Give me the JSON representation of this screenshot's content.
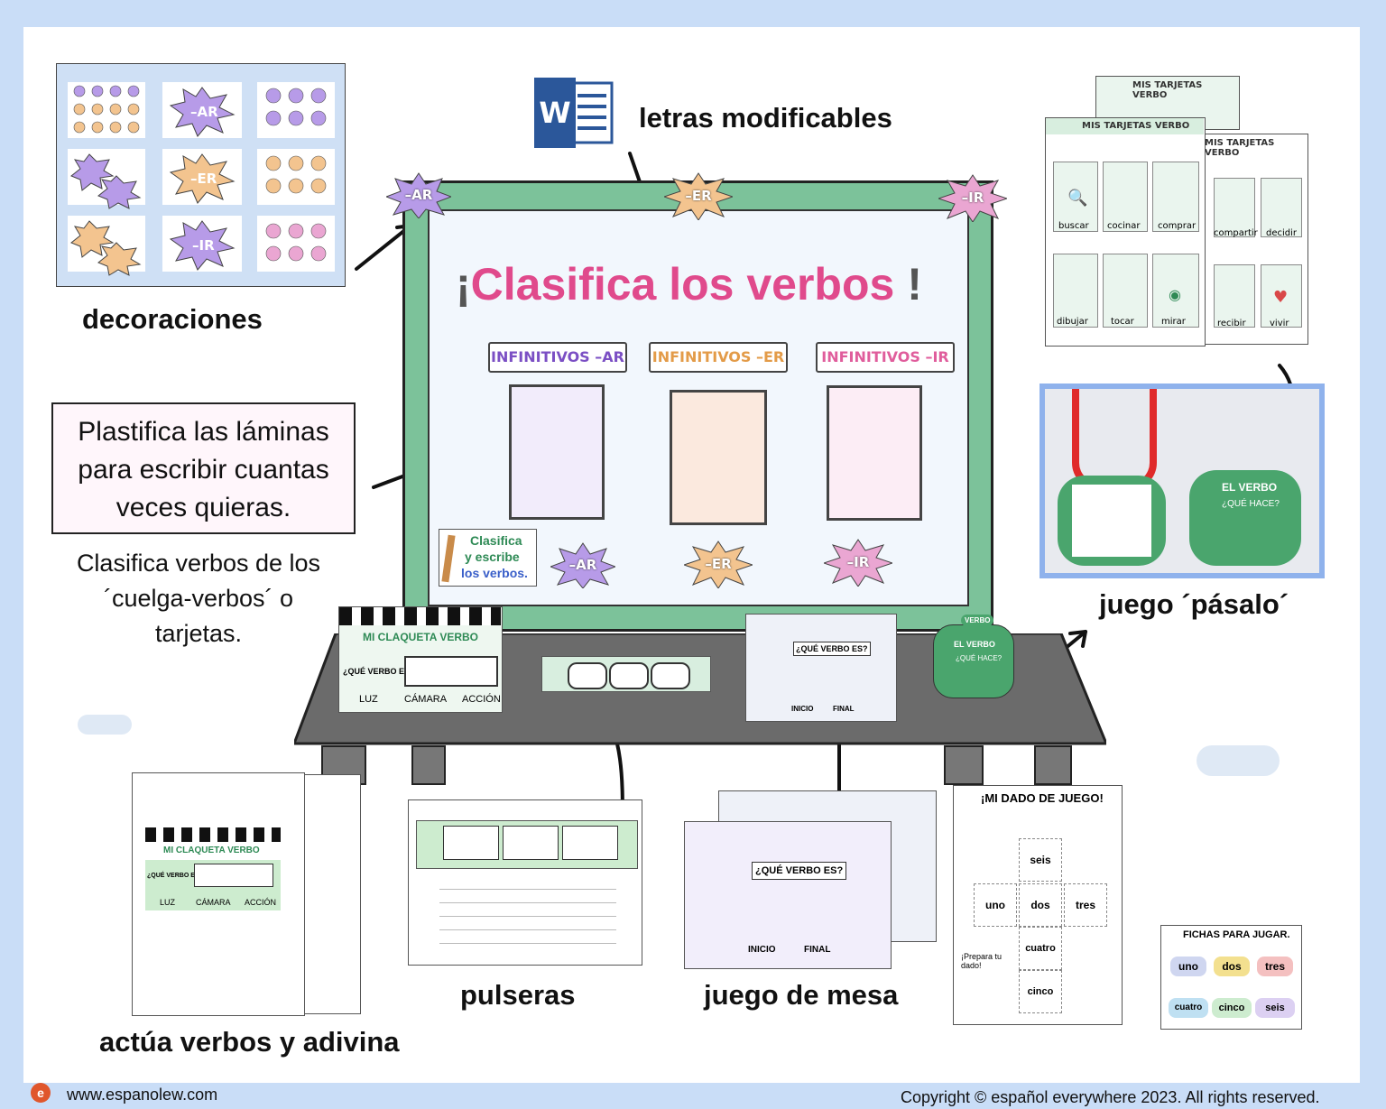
{
  "header": {
    "word_caption": "letras modificables",
    "decor_caption": "decoraciones"
  },
  "board": {
    "title_open": "¡",
    "title_main": "Clasifica los verbos",
    "title_close": "!",
    "col_ar": "INFINITIVOS –AR",
    "col_er": "INFINITIVOS –ER",
    "col_ir": "INFINITIVOS –IR",
    "tag_ar": "–AR",
    "tag_er": "–ER",
    "tag_ir": "–IR",
    "side_card": [
      "Clasifica",
      "y escribe",
      "los verbos."
    ]
  },
  "note": {
    "text": "Plastifica las láminas para escribir cuantas veces quieras.",
    "desc": "Clasifica verbos de los ´cuelga-verbos´ o tarjetas."
  },
  "decor_cards": [
    "–AR",
    "–ER",
    "–IR"
  ],
  "cards": {
    "title": "MIS TARJETAS VERBO",
    "verbs_row1": [
      "buscar",
      "cocinar",
      "comprar"
    ],
    "verbs_row2": [
      "dibujar",
      "tocar",
      "mirar"
    ],
    "back_row1": [
      "compartir",
      "decidir"
    ],
    "back_row2": [
      "recibir",
      "vivir"
    ]
  },
  "pasalo": {
    "caption": "juego ´pásalo´",
    "badge_title": "EL VERBO",
    "badge_q": "¿QUÉ HACE?",
    "badge_top": "VERBO"
  },
  "claqueta": {
    "title": "MI CLAQUETA VERBO",
    "question": "¿QUÉ VERBO ES?",
    "cols": [
      "LUZ",
      "CÁMARA",
      "ACCIÓN"
    ]
  },
  "captions": {
    "actua": "actúa verbos y adivina",
    "pulseras": "pulseras",
    "juego_mesa": "juego de mesa"
  },
  "boardgame": {
    "center": "¿QUÉ VERBO ES?",
    "start": "INICIO",
    "end": "FINAL"
  },
  "dado": {
    "title": "¡MI DADO DE JUEGO!",
    "faces": [
      "uno",
      "dos",
      "tres",
      "cuatro",
      "cinco",
      "seis"
    ],
    "prompt": "¡Prepara tu dado!"
  },
  "fichas": {
    "title": "FICHAS PARA JUGAR.",
    "items": [
      "uno",
      "dos",
      "tres",
      "cuatro",
      "cinco",
      "seis"
    ]
  },
  "colors": {
    "ar": "#b79be8",
    "er": "#f3c48f",
    "ir": "#eaa6d2",
    "board_green": "#7cc29a",
    "title_pink": "#e04a8c"
  },
  "footer": {
    "site": "www.espanolew.com",
    "copyright": "Copyright © español everywhere 2023. All rights reserved."
  }
}
